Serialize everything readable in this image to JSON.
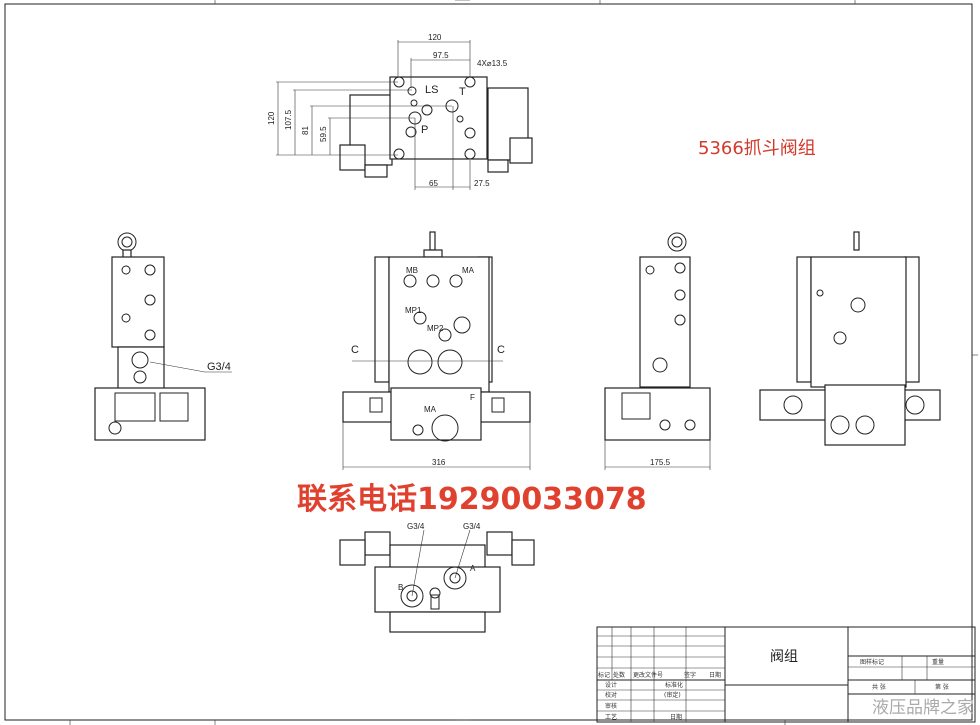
{
  "drawing_title": "5366抓斗阀组",
  "contact_overlay": "联系电话19290033078",
  "top_view": {
    "dims": [
      "120",
      "97.5",
      "4X⌀13.5",
      "120",
      "107.5",
      "81",
      "59.5",
      "65",
      "27.5"
    ],
    "ports": [
      "LS",
      "T",
      "P"
    ]
  },
  "left_view": {
    "port_label": "G3/4"
  },
  "front_view": {
    "ports": [
      "MB",
      "MA",
      "MP1",
      "MP2",
      "MA"
    ],
    "section_labels": [
      "C",
      "C",
      "F"
    ],
    "width_dim": "316"
  },
  "side_view": {
    "width_dim": "175.5"
  },
  "bottom_view": {
    "labels": [
      "G3/4",
      "G3/4",
      "B",
      "A"
    ]
  },
  "title_block": {
    "part_name": "阀组",
    "revision_headers": [
      "标记",
      "处数",
      "更改文件号",
      "签字",
      "日期"
    ],
    "roles": [
      "设计",
      "校对",
      "审核",
      "工艺"
    ],
    "std": [
      "标准化",
      "(审定)",
      "日期"
    ],
    "right_headers": [
      "图样标记",
      "重量"
    ],
    "sheets": [
      "共 张",
      "第 张"
    ],
    "watermark": "液压品牌之家"
  },
  "colors": {
    "accent_red": "#d23a2c",
    "line": "#222222"
  }
}
